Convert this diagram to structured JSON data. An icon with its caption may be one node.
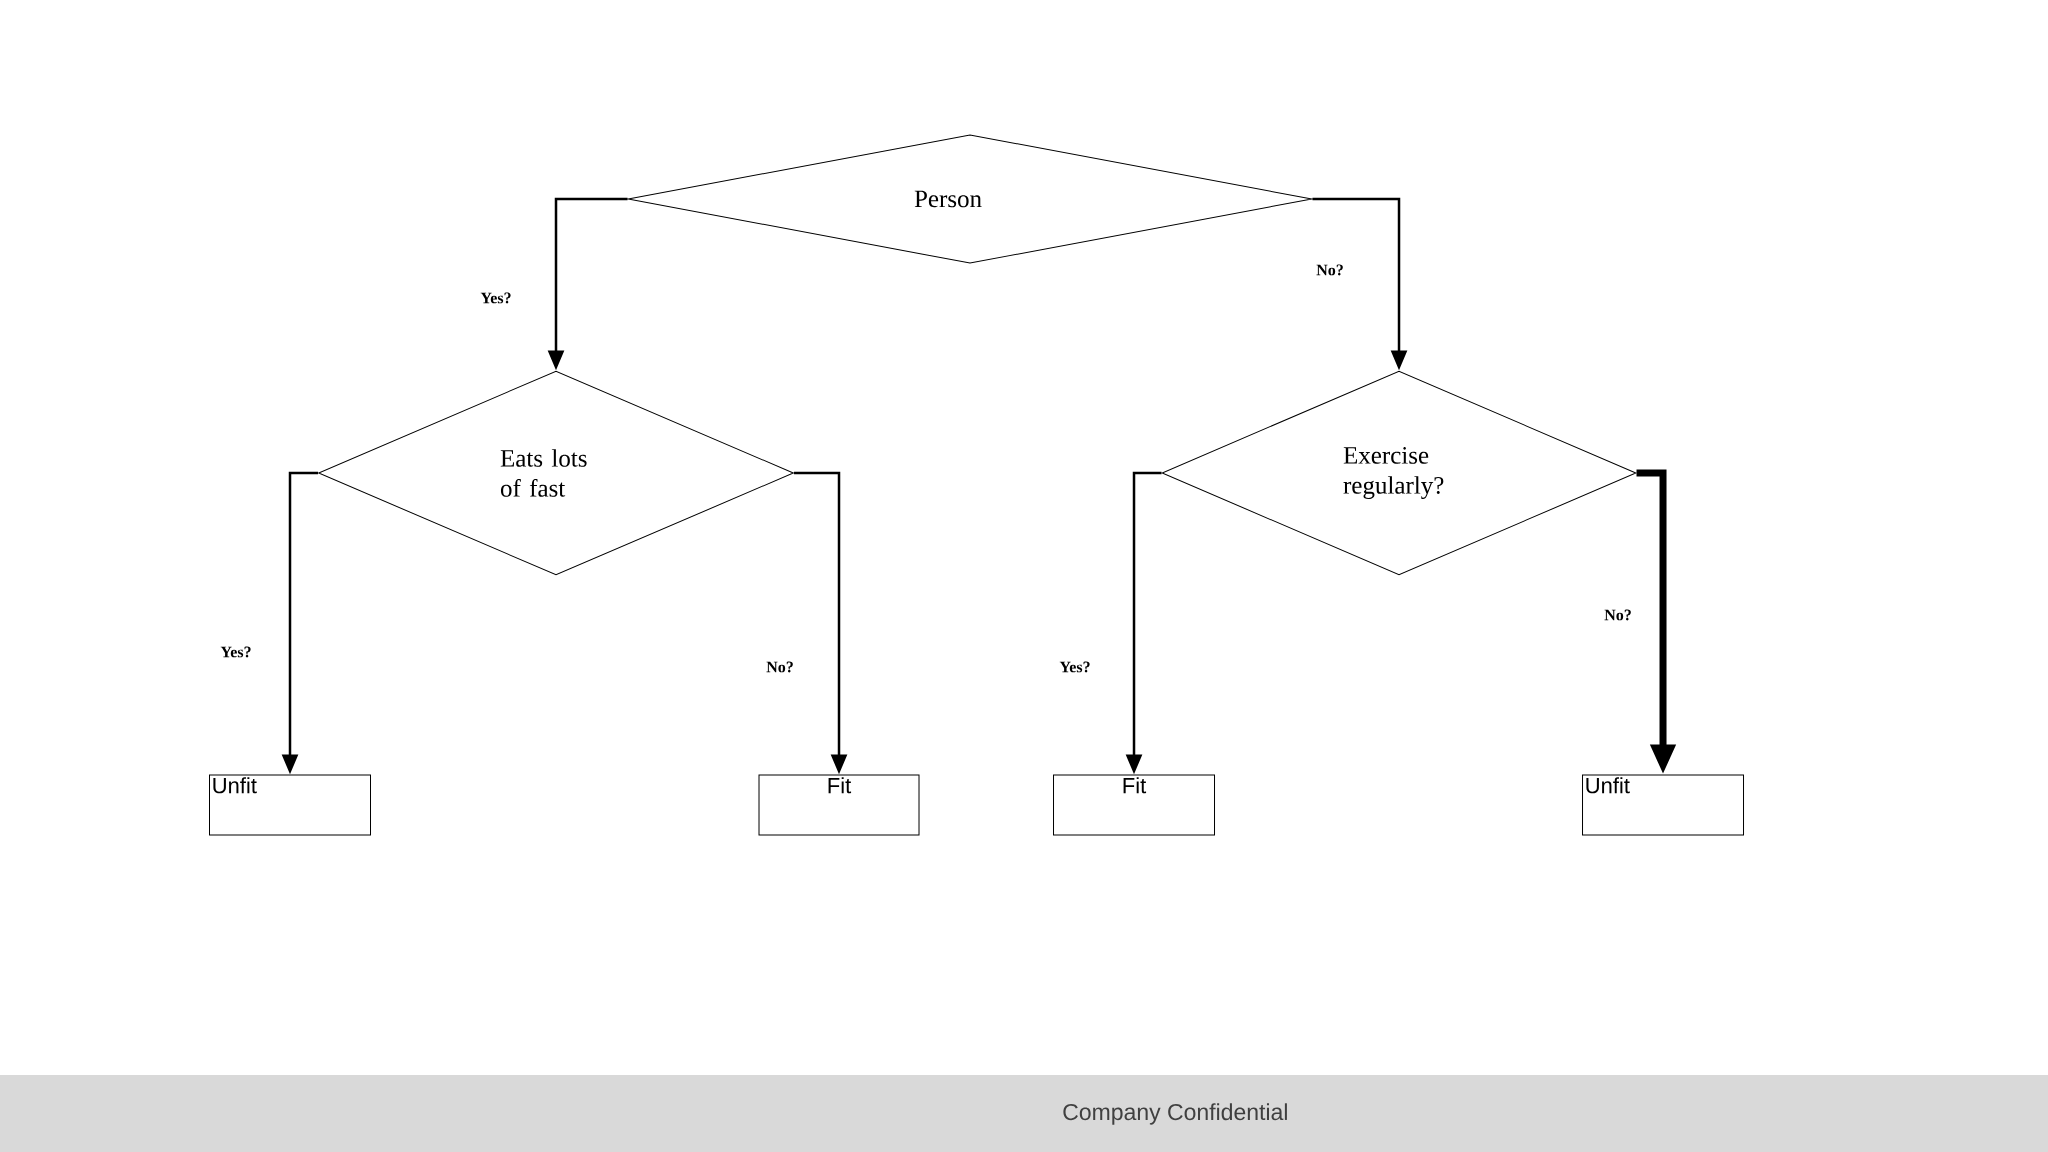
{
  "diagram": {
    "nodes": [
      {
        "text": [
          "Person"
        ]
      },
      {
        "text": [
          "Eats lots of fast"
        ]
      },
      {
        "text": [
          "Exercise regularly?"
        ]
      },
      {
        "text": [
          "Unfit"
        ]
      },
      {
        "text": [
          "Fit"
        ]
      },
      {
        "text": [
          "Fit"
        ]
      },
      {
        "text": [
          "Unfit"
        ]
      }
    ],
    "edges": [
      {
        "from": 0,
        "to": 1,
        "arrow": "to",
        "label": "Yes?"
      },
      {
        "from": 0,
        "to": 2,
        "arrow": "to",
        "label": "No?"
      },
      {
        "from": 1,
        "to": 3,
        "arrow": "to",
        "label": "Yes?"
      },
      {
        "from": 1,
        "to": 4,
        "arrow": "to",
        "label": "No?"
      },
      {
        "from": 2,
        "to": 5,
        "arrow": "to",
        "label": "Yes?"
      },
      {
        "from": 2,
        "to": 6,
        "arrow": "to",
        "label": "No?",
        "style": "thick"
      }
    ],
    "labels": [
      "Company Confidential"
    ]
  }
}
